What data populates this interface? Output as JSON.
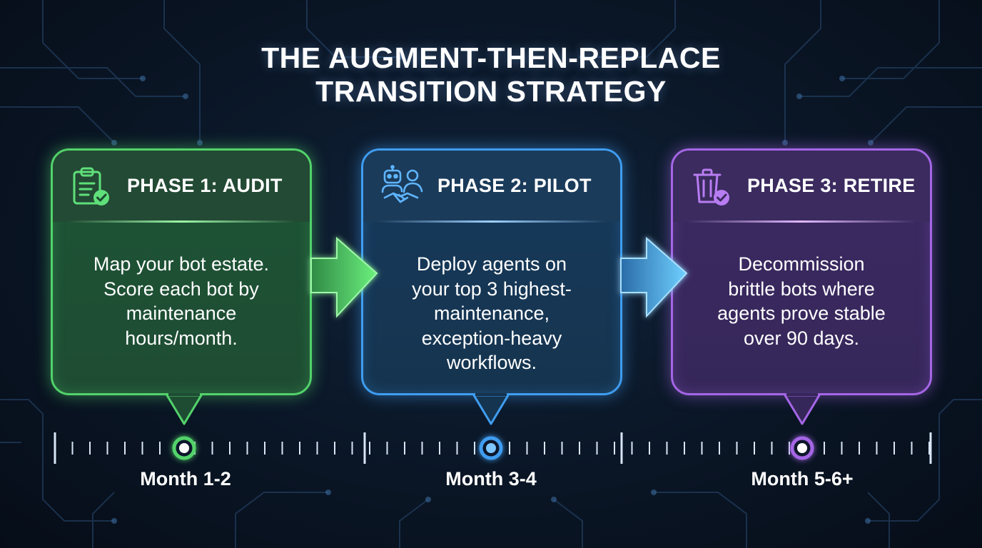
{
  "title": {
    "line1": "THE AUGMENT-THEN-REPLACE",
    "line2": "TRANSITION STRATEGY"
  },
  "phases": [
    {
      "heading": "PHASE 1: AUDIT",
      "icon": "clipboard-check-icon",
      "color": "#52d36a",
      "body": [
        "Map your bot estate.",
        "Score each bot by",
        "maintenance",
        "hours/month."
      ],
      "month": "Month 1-2"
    },
    {
      "heading": "PHASE 2: PILOT",
      "icon": "robot-handshake-icon",
      "color": "#3f9df0",
      "body": [
        "Deploy agents on",
        "your top 3 highest-",
        "maintenance,",
        "exception-heavy",
        "workflows."
      ],
      "month": "Month 3-4"
    },
    {
      "heading": "PHASE 3: RETIRE",
      "icon": "trash-check-icon",
      "color": "#a566e6",
      "body": [
        "Decommission",
        "brittle bots where",
        "agents prove stable",
        "over 90 days."
      ],
      "month": "Month 5-6+"
    }
  ]
}
